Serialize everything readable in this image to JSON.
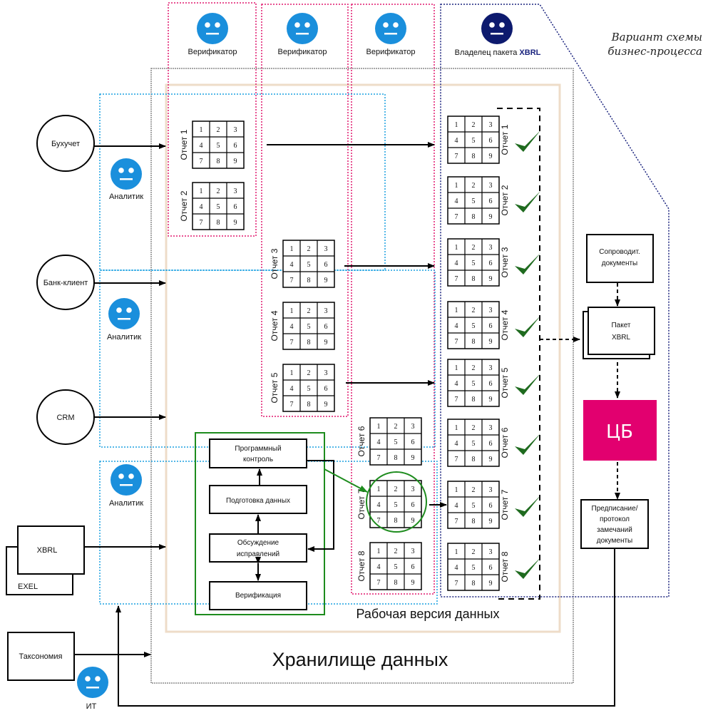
{
  "title": "Вариант схемы бизнес-процесса",
  "title_lines": [
    "Вариант схемы",
    "бизнес-процесса"
  ],
  "colors": {
    "verifier_frame": "#e0196e",
    "analyst_frame": "#1ca0e0",
    "owner_frame": "#1a237e",
    "working_frame": "#f0dcc8",
    "storage_frame": "#888888",
    "control_frame": "#1e8c1e",
    "check": "#1f6b1f",
    "person_light": "#1a8fdc",
    "person_dark": "#0d1a6e",
    "cb_box": "#e2006f"
  },
  "roles": {
    "verifiers": [
      "Верификатор",
      "Верификатор",
      "Верификатор"
    ],
    "owner": {
      "prefix": "Владелец пакета ",
      "bold": "XBRL"
    },
    "analysts": [
      "Аналитик",
      "Аналитик",
      "Аналитик"
    ],
    "it": "ИТ"
  },
  "sources": {
    "buhuchet": "Бухучет",
    "bank_client": "Банк-клиент",
    "crm": "CRM",
    "xbrl": "XBRL",
    "exel": "EXEL",
    "taxonomy": "Таксономия"
  },
  "reports": [
    "Отчет 1",
    "Отчет 2",
    "Отчет 3",
    "Отчет 4",
    "Отчет 5",
    "Отчет 6",
    "Отчет 7",
    "Отчет 8"
  ],
  "grid_cells": [
    "1",
    "2",
    "3",
    "4",
    "5",
    "6",
    "7",
    "8",
    "9"
  ],
  "control": {
    "program_control": [
      "Программный",
      "контроль"
    ],
    "data_prep": "Подготовка данных",
    "discussion": [
      "Обсуждение",
      "исправлений"
    ],
    "verification": "Верификация"
  },
  "right_flow": {
    "accompanying": [
      "Сопроводит.",
      "документы"
    ],
    "package": [
      "Пакет",
      "XBRL"
    ],
    "cb": "ЦБ",
    "prescription": [
      "Предписание/",
      "протокол",
      "замечаний",
      "документы"
    ]
  },
  "zones": {
    "working": "Рабочая версия данных",
    "storage": "Хранилище данных"
  }
}
